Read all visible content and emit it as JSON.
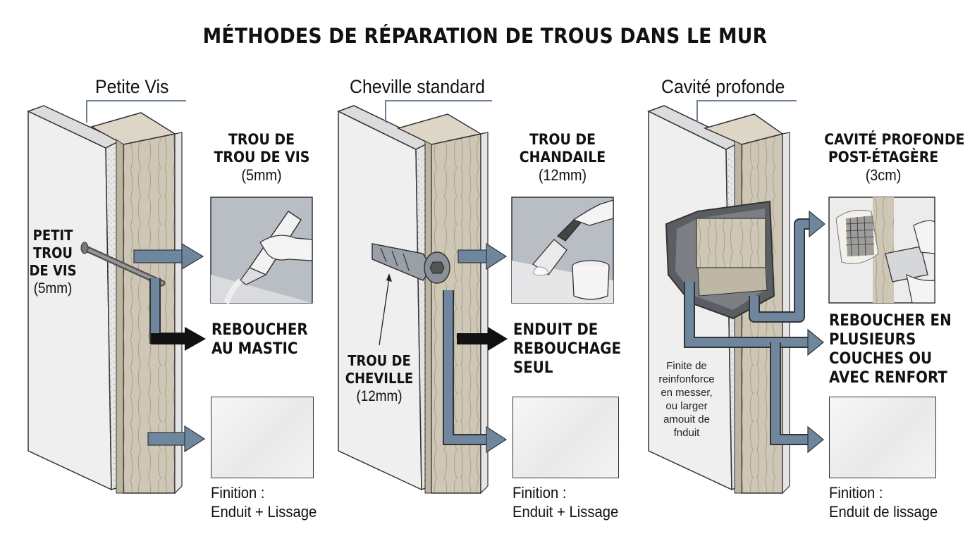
{
  "title": "MÉTHODES DE RÉPARATION DE TROUS DANS LE MUR",
  "sections": [
    {
      "label": "Petite Vis",
      "hole_heading": [
        "TROU DE",
        "TROU DE VIS"
      ],
      "hole_size": "(5mm)",
      "callout_lines": [
        "PETIT",
        "TROU",
        "DE VIS"
      ],
      "callout_size": "(5mm)",
      "action": [
        "REBOUCHER",
        "AU MASTIC"
      ],
      "finish_label": "Finition :",
      "finish_value": "Enduit + Lissage"
    },
    {
      "label": "Cheville standard",
      "hole_heading": [
        "TROU DE",
        "CHANDAILE"
      ],
      "hole_size": "(12mm)",
      "callout_lines": [
        "TROU DE",
        "CHEVILLE"
      ],
      "callout_size": "(12mm)",
      "action": [
        "ENDUIT DE",
        "REBOUCHAGE",
        "SEUL"
      ],
      "finish_label": "Finition :",
      "finish_value": "Enduit + Lissage"
    },
    {
      "label": "Cavité profonde",
      "hole_heading": [
        "CAVITÉ PROFONDE",
        "POST-ÉTAGÈRE"
      ],
      "hole_size": "(3cm)",
      "note_lines": [
        "Finite de",
        "reinfonforce",
        "en messer,",
        "ou larger",
        "amouit de",
        "fnduit"
      ],
      "action": [
        "REBOUCHER EN",
        "PLUSIEURS",
        "COUCHES OU",
        "AVEC RENFORT"
      ],
      "finish_label": "Finition :",
      "finish_value": "Enduit de lissage"
    }
  ],
  "colors": {
    "arrow_blue": "#6f879e",
    "arrow_black": "#111111",
    "wood": "#cfc7b6",
    "drywall": "#eeeeee",
    "panel_bg": "#b9bdc4"
  }
}
